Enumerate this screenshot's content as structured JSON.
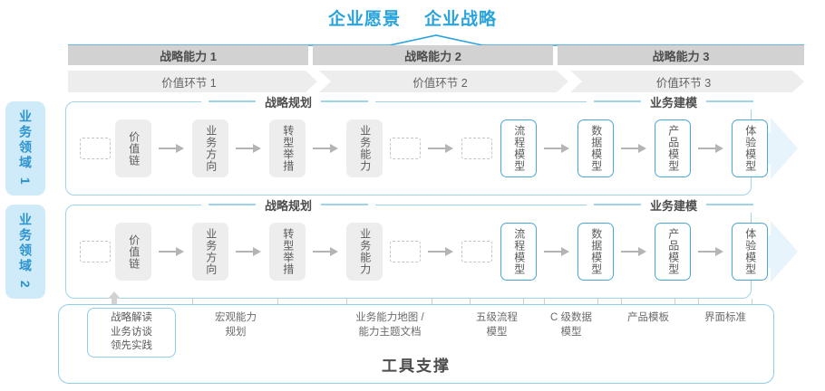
{
  "header": {
    "titles": [
      "企业愿景",
      "企业战略"
    ],
    "accent_color": "#29a3dc"
  },
  "capability_row": {
    "items": [
      {
        "label": "战略能力 1"
      },
      {
        "label": "战略能力 2"
      },
      {
        "label": "战略能力 3"
      }
    ],
    "bg_color": "#d2d2d2"
  },
  "value_row": {
    "items": [
      {
        "label": "价值环节 1"
      },
      {
        "label": "价值环节 2"
      },
      {
        "label": "价值环节 3"
      }
    ],
    "bg_color": "#ededed"
  },
  "domains": [
    {
      "label": "业务领域 1"
    },
    {
      "label": "业务领域 2"
    }
  ],
  "sections": {
    "left_title": "战略规划",
    "right_title": "业务建模"
  },
  "flow": {
    "gray_boxes": [
      {
        "label": "价值链"
      },
      {
        "label": "业务方向"
      },
      {
        "label": "转型举措"
      },
      {
        "label": "业务能力"
      }
    ],
    "blue_boxes": [
      {
        "label": "流程模型"
      },
      {
        "label": "数据模型"
      },
      {
        "label": "产品模型"
      },
      {
        "label": "体验模型"
      }
    ],
    "band_color": "#e7f4fb",
    "blue_border": "#4aa8d8"
  },
  "tool_support": {
    "title": "工具支撑",
    "labels": [
      {
        "line1": "战略解读",
        "line2": "业务访谈",
        "line3": "领先实践"
      },
      {
        "line1": "宏观能力",
        "line2": "规划"
      },
      {
        "line1": "业务能力地图 /",
        "line2": "能力主题文档"
      },
      {
        "line1": "五级流程",
        "line2": "模型"
      },
      {
        "line1": "C 级数据",
        "line2": "模型"
      },
      {
        "line1": "产品模板",
        "line2": ""
      },
      {
        "line1": "界面标准",
        "line2": ""
      }
    ]
  }
}
